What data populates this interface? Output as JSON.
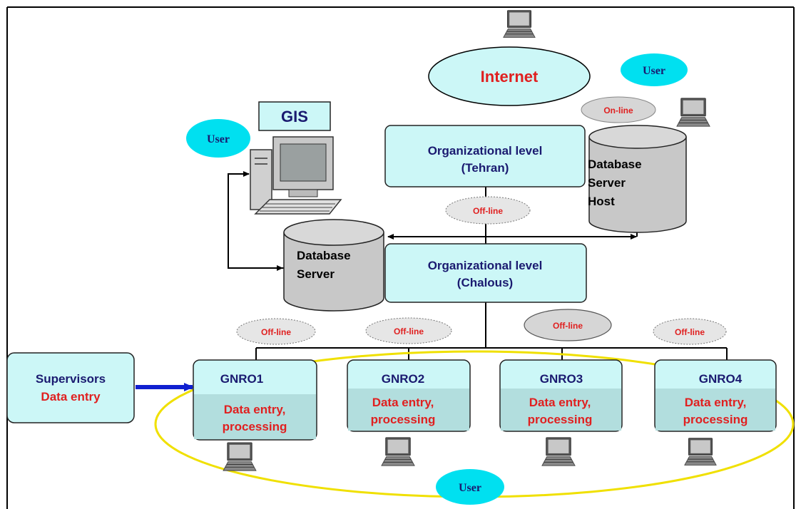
{
  "internet": {
    "label": "Internet"
  },
  "gis": {
    "label": "GIS"
  },
  "users": {
    "top_right": "User",
    "gis_user": "User",
    "bottom": "User"
  },
  "links": {
    "online": "On-line",
    "offline_top": "Off-line",
    "offline_1": "Off-line",
    "offline_2": "Off-line",
    "offline_3": "Off-line",
    "offline_4": "Off-line"
  },
  "org_tehran": {
    "line1": "Organizational level",
    "line2": "(Tehran)"
  },
  "org_chalous": {
    "line1": "Organizational level",
    "line2": "(Chalous)"
  },
  "db_host": {
    "line1": "Database",
    "line2": "Server",
    "line3": "Host"
  },
  "db_server": {
    "line1": "Database",
    "line2": "Server"
  },
  "supervisors": {
    "line1": "Supervisors",
    "line2": "Data entry"
  },
  "gnro": [
    {
      "title": "GNRO1",
      "line1": "Data entry,",
      "line2": "processing"
    },
    {
      "title": "GNRO2",
      "line1": "Data entry,",
      "line2": "processing"
    },
    {
      "title": "GNRO3",
      "line1": "Data entry,",
      "line2": "processing"
    },
    {
      "title": "GNRO4",
      "line1": "Data entry,",
      "line2": "processing"
    }
  ],
  "colors": {
    "box_fill": "#ccf7f7",
    "ellipse_fill": "#ccf7f7",
    "user_fill": "#00e0f0",
    "navy_text": "#1a1a70",
    "red_text": "#e02020",
    "db_fill": "#c8c8c8",
    "yellow": "#f0e000",
    "arrow_blue": "#1020d0"
  }
}
